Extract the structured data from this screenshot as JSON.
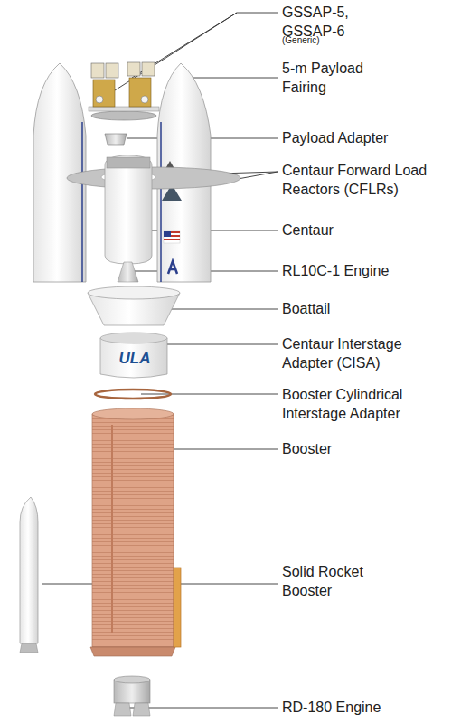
{
  "diagram": {
    "labels": [
      "GSSAP-5, GSSAP-6",
      "(Generic)",
      "5-m Payload Fairing",
      "Payload Adapter",
      "Centaur Forward Load Reactors (CFLRs)",
      "Centaur",
      "RL10C-1 Engine",
      "Boattail",
      "Centaur Interstage Adapter (CISA)",
      "ULA",
      "Booster Cylindrical Interstage Adapter",
      "Booster",
      "Solid Rocket Booster",
      "RD-180 Engine"
    ]
  }
}
